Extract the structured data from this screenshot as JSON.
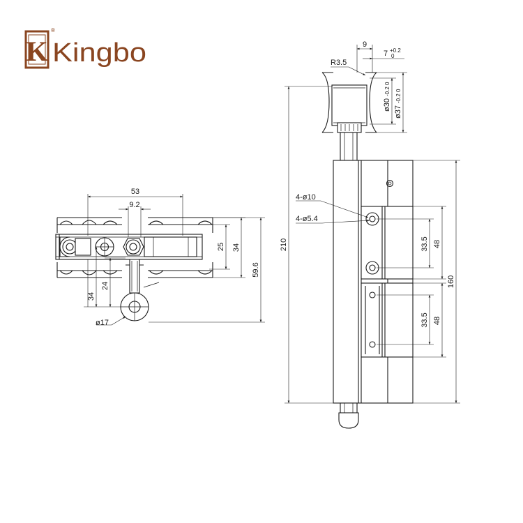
{
  "logo": {
    "brand_name": "Kingbo",
    "logo_initial": "K",
    "registered_mark": "®",
    "brand_color": "#8a4520"
  },
  "top_view": {
    "dims": {
      "width_53": "53",
      "pitch_9_2": "9.2",
      "height_25": "25",
      "height_34_right": "34",
      "height_59_6": "59.6",
      "height_34_left": "34",
      "height_24": "24",
      "dia_17": "ø17"
    }
  },
  "side_view": {
    "dims": {
      "width_9": "9",
      "tol_7": "7",
      "tol_7_sup": "+0.2",
      "tol_7_sub": "0",
      "radius": "R3.5",
      "dia_30": "ø30",
      "dia_30_tol": "-0.2 0",
      "dia_37": "ø37",
      "dia_37_tol": "-0.2 0",
      "holes_10": "4-ø10",
      "holes_5_4": "4-ø5.4",
      "spacing_33_5_top": "33.5",
      "height_48_top": "48",
      "spacing_33_5_bottom": "33.5",
      "height_48_bottom": "48",
      "height_160": "160",
      "height_210": "210"
    }
  },
  "colors": {
    "line": "#1a1a1a",
    "brand": "#8a4520",
    "background": "#ffffff"
  }
}
